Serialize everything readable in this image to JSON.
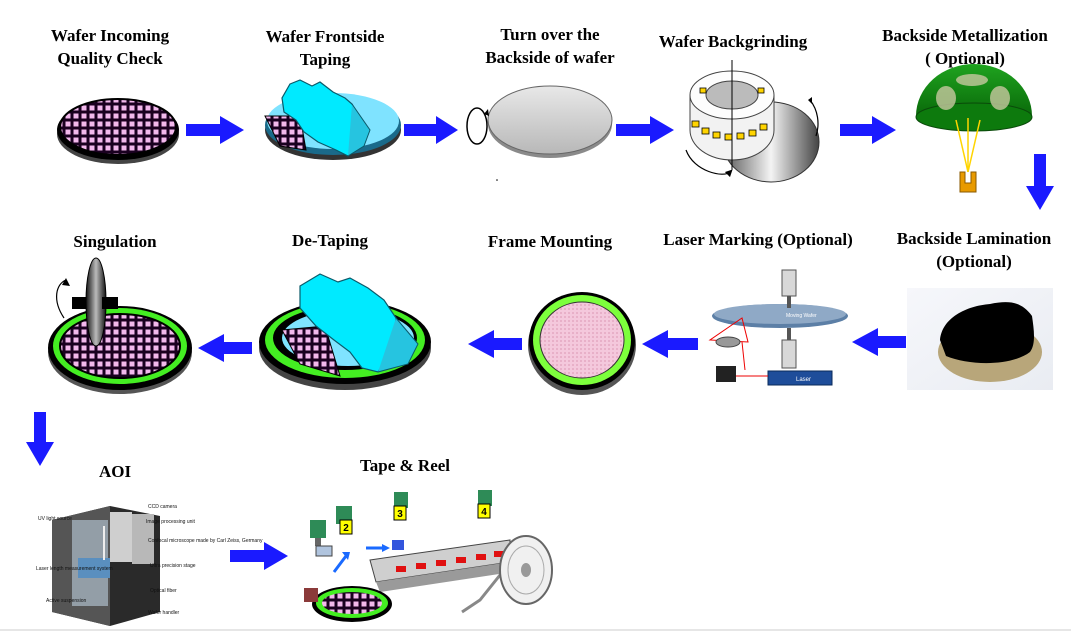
{
  "steps": {
    "s1": {
      "line1": "Wafer Incoming",
      "line2": "Quality Check"
    },
    "s2": {
      "line1": "Wafer Frontside",
      "line2": "Taping"
    },
    "s3": {
      "line1": "Turn over the",
      "line2": "Backside of wafer"
    },
    "s4": {
      "line1": "Wafer Backgrinding"
    },
    "s5": {
      "line1": "Backside Metallization",
      "line2": "( Optional)"
    },
    "s6": {
      "line1": "Backside Lamination",
      "line2": "(Optional)"
    },
    "s7": {
      "line1": "Laser Marking (Optional)"
    },
    "s8": {
      "line1": "Frame Mounting"
    },
    "s9": {
      "line1": "De-Taping"
    },
    "s10": {
      "line1": "Singulation"
    },
    "s11": {
      "line1": "AOI"
    },
    "s12": {
      "line1": "Tape & Reel"
    }
  },
  "laser_marking": {
    "moving_wafer": "Moving Wafer",
    "laser": "Laser"
  },
  "aoi": {
    "ccd_camera": "CCD camera",
    "image_processing": "Image processing unit",
    "confocal": "Confocal microscope made by Carl Zeiss, Germany",
    "ultra_precision": "Ultra precision stage",
    "optical_fiber": "Optical fiber",
    "wafer_handler": "Wafer handler",
    "uv_light": "UV light source",
    "laser_length": "Laser length measurement system",
    "active_suspension": "Active suspension"
  },
  "tape_reel": {
    "n2": "2",
    "n3": "3",
    "n4": "4"
  },
  "colors": {
    "arrow": "#1a1aff",
    "grid": "#e040e0",
    "tape": "#00e5ff",
    "ring_green": "#44ee22",
    "metal_green": "#1a8a1a"
  }
}
